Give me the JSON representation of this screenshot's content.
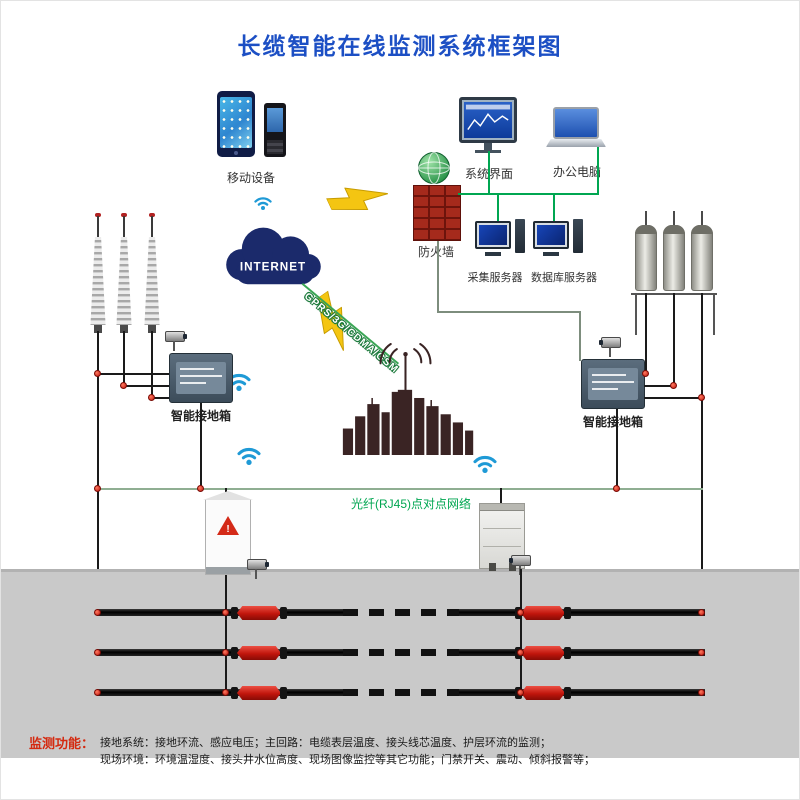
{
  "title": "长缆智能在线监测系统框架图",
  "labels": {
    "mobile": "移动设备",
    "internet": "INTERNET",
    "gprs": "GPRS/3G/CDMA/GSM",
    "firewall": "防火墙",
    "system_ui": "系统界面",
    "office_pc": "办公电脑",
    "collect_server": "采集服务器",
    "db_server": "数据库服务器",
    "left_ground_box": "智能接地箱",
    "right_ground_box": "智能接地箱",
    "fiber": "光纤(RJ45)点对点网络",
    "warning_mark": "!"
  },
  "footer": {
    "heading": "监测功能：",
    "line1": "接地系统：接地环流、感应电压；主回路：电缆表层温度、接头线芯温度、护层环流的监测；",
    "line2": "现场环境：环境温湿度、接头井水位高度、现场图像监控等其它功能；门禁开关、震动、倾斜报警等；"
  },
  "colors": {
    "title_blue": "#1c4fc4",
    "link_green": "#00a651",
    "cloud_navy": "#1b2a6b",
    "lightning_yellow": "#f4c512",
    "wifi_blue": "#1f9ad6",
    "alarm_red": "#c0150c",
    "floor_gray": "#c9c9c9",
    "tower_maroon": "#3a2424"
  }
}
